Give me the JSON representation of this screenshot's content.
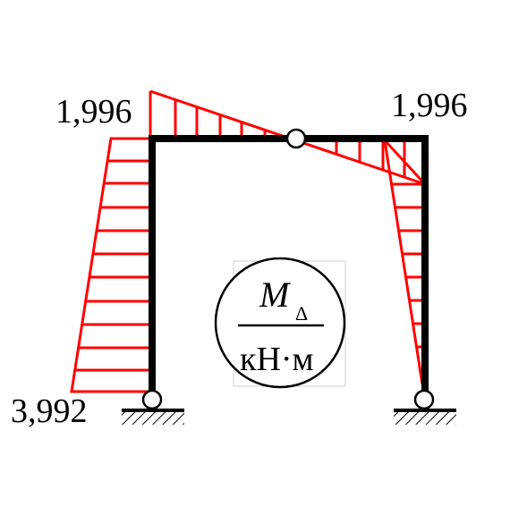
{
  "labels": {
    "top_left": "1,996",
    "top_right": "1,996",
    "bottom_left": "3,992"
  },
  "legend": {
    "symbol": "M",
    "subscript": "Δ",
    "unit": "кН·м"
  },
  "colors": {
    "frame": "#000000",
    "diagram": "#ff0000"
  }
}
